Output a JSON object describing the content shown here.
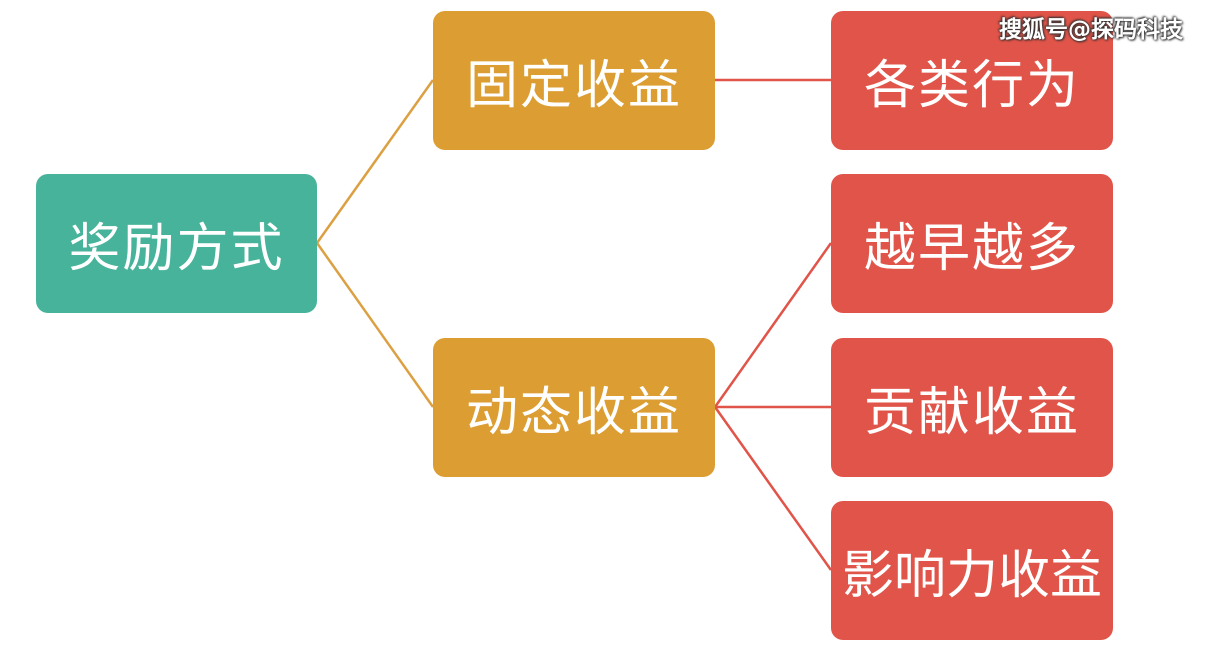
{
  "colors": {
    "root": "#47b39a",
    "mid": "#dc9e32",
    "leaf": "#e15449",
    "mid_connector": "#dca043",
    "leaf_connector": "#e15449"
  },
  "nodes": {
    "root": "奖励方式",
    "fixed": "固定收益",
    "dynamic": "动态收益",
    "behaviors": "各类行为",
    "earlier_more": "越早越多",
    "contribution": "贡献收益",
    "influence": "影响力收益"
  },
  "watermark": "搜狐号@探码科技"
}
